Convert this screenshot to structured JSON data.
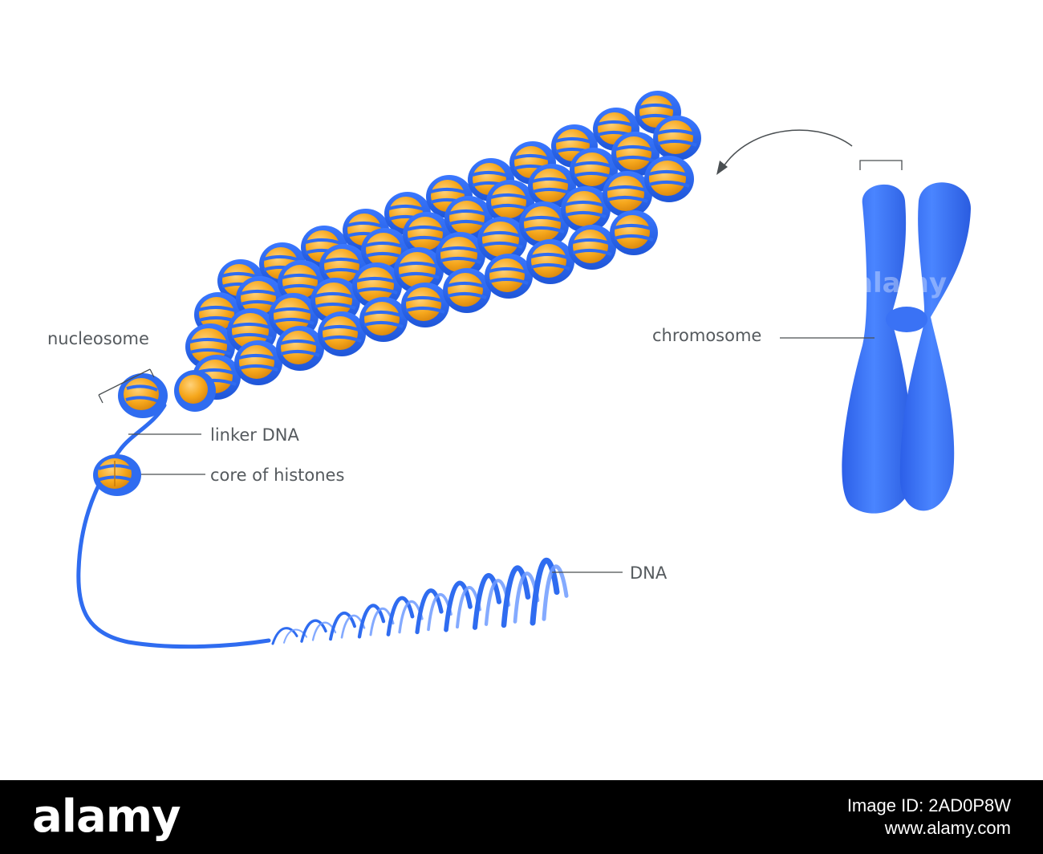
{
  "labels": {
    "nucleosome": "nucleosome",
    "linker_dna": "linker DNA",
    "core_of_histones": "core of histones",
    "dna": "DNA",
    "chromosome": "chromosome"
  },
  "colors": {
    "dna_blue": "#2f6cf0",
    "chromosome_blue": "#3a72f5",
    "histone_orange": "#f6a71c",
    "label_gray": "#555a5e",
    "footer_bg": "#000000"
  },
  "watermark": "alamy",
  "footer": {
    "brand": "alamy",
    "image_id_line": "Image ID: 2AD0P8W",
    "site": "www.alamy.com"
  }
}
